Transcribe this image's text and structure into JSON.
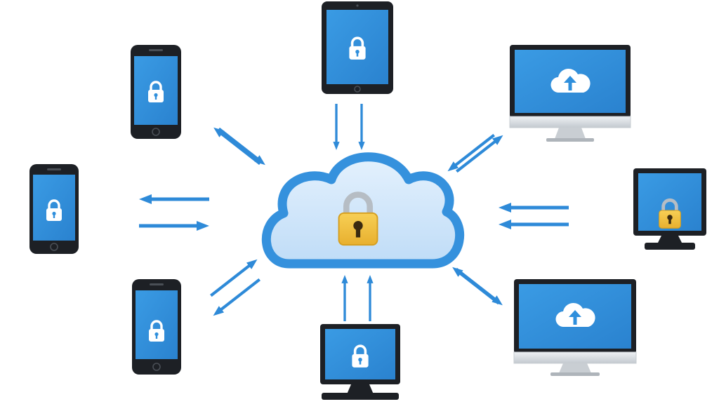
{
  "diagram": {
    "center": {
      "icon": "cloud-padlock-icon"
    },
    "devices": [
      {
        "id": "phone-top-left",
        "kind": "smartphone",
        "screen_icon": "padlock-icon",
        "link": "bidirectional"
      },
      {
        "id": "phone-left",
        "kind": "smartphone",
        "screen_icon": "padlock-icon",
        "link": "bidirectional"
      },
      {
        "id": "phone-bottom-left",
        "kind": "smartphone",
        "screen_icon": "padlock-icon",
        "link": "bidirectional"
      },
      {
        "id": "tablet-top",
        "kind": "tablet",
        "screen_icon": "padlock-icon",
        "link": "to-cloud"
      },
      {
        "id": "desktop-bottom",
        "kind": "desktop-monitor",
        "screen_icon": "padlock-icon",
        "link": "to-cloud"
      },
      {
        "id": "imac-top-right",
        "kind": "all-in-one-computer",
        "screen_icon": "cloud-upload-icon",
        "link": "bidirectional"
      },
      {
        "id": "monitor-right",
        "kind": "desktop-monitor",
        "screen_icon": "gold-padlock-icon",
        "link": "to-cloud"
      },
      {
        "id": "imac-bottom-right",
        "kind": "all-in-one-computer",
        "screen_icon": "cloud-upload-icon",
        "link": "bidirectional"
      }
    ]
  },
  "colors": {
    "arrow": "#2e8ad8",
    "screen": "#2f8fdc",
    "device_body": "#1d2025",
    "cloud_fill": "#cfe5fa",
    "cloud_stroke": "#3591dd",
    "padlock_gold": "#f0bf3c",
    "padlock_shackle": "#a9b1b8",
    "monitor_stand": "#c7ccd1"
  }
}
